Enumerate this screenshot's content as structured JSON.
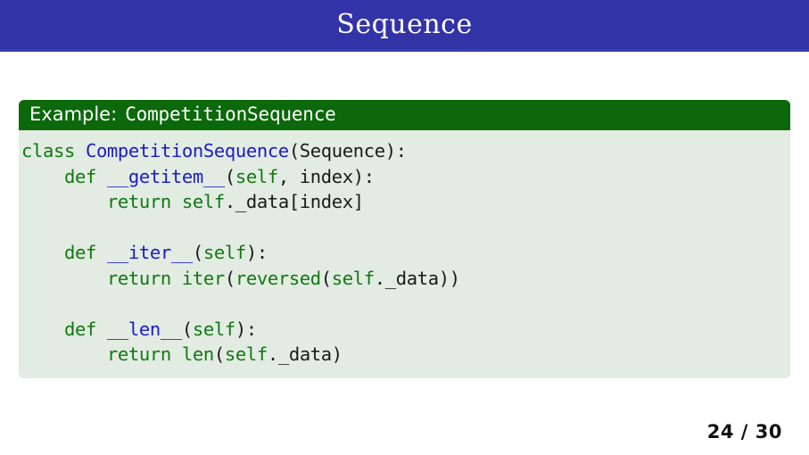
{
  "slide": {
    "title": "Sequence",
    "title_bar_color": "#3333a8",
    "page_indicator": "24 / 30"
  },
  "block": {
    "label": "Example:",
    "label_mono": "CompetitionSequence",
    "header_color": "#0b680b",
    "body_color": "#e2ece2",
    "code_colors": {
      "keyword": "#117711",
      "function": "#1a1acc",
      "class": "#1a1acc",
      "builtin": "#117711",
      "self": "#117711",
      "plain": "#1a1a1a"
    },
    "code_lines": [
      {
        "tokens": [
          {
            "t": "class ",
            "c": "kw"
          },
          {
            "t": "CompetitionSequence",
            "c": "cls"
          },
          {
            "t": "(Sequence):",
            "c": "pl"
          }
        ]
      },
      {
        "tokens": [
          {
            "t": "    ",
            "c": "pl"
          },
          {
            "t": "def ",
            "c": "kw"
          },
          {
            "t": "__getitem__",
            "c": "fn"
          },
          {
            "t": "(",
            "c": "pl"
          },
          {
            "t": "self",
            "c": "slf"
          },
          {
            "t": ", index):",
            "c": "pl"
          }
        ]
      },
      {
        "tokens": [
          {
            "t": "        ",
            "c": "pl"
          },
          {
            "t": "return ",
            "c": "kw"
          },
          {
            "t": "self",
            "c": "slf"
          },
          {
            "t": "._data[index]",
            "c": "pl"
          }
        ]
      },
      {
        "tokens": []
      },
      {
        "tokens": [
          {
            "t": "    ",
            "c": "pl"
          },
          {
            "t": "def ",
            "c": "kw"
          },
          {
            "t": "__iter__",
            "c": "fn"
          },
          {
            "t": "(",
            "c": "pl"
          },
          {
            "t": "self",
            "c": "slf"
          },
          {
            "t": "):",
            "c": "pl"
          }
        ]
      },
      {
        "tokens": [
          {
            "t": "        ",
            "c": "pl"
          },
          {
            "t": "return ",
            "c": "kw"
          },
          {
            "t": "iter",
            "c": "bi"
          },
          {
            "t": "(",
            "c": "pl"
          },
          {
            "t": "reversed",
            "c": "bi"
          },
          {
            "t": "(",
            "c": "pl"
          },
          {
            "t": "self",
            "c": "slf"
          },
          {
            "t": "._data))",
            "c": "pl"
          }
        ]
      },
      {
        "tokens": []
      },
      {
        "tokens": [
          {
            "t": "    ",
            "c": "pl"
          },
          {
            "t": "def ",
            "c": "kw"
          },
          {
            "t": "__len__",
            "c": "fn"
          },
          {
            "t": "(",
            "c": "pl"
          },
          {
            "t": "self",
            "c": "slf"
          },
          {
            "t": "):",
            "c": "pl"
          }
        ]
      },
      {
        "tokens": [
          {
            "t": "        ",
            "c": "pl"
          },
          {
            "t": "return ",
            "c": "kw"
          },
          {
            "t": "len",
            "c": "bi"
          },
          {
            "t": "(",
            "c": "pl"
          },
          {
            "t": "self",
            "c": "slf"
          },
          {
            "t": "._data)",
            "c": "pl"
          }
        ]
      }
    ]
  }
}
